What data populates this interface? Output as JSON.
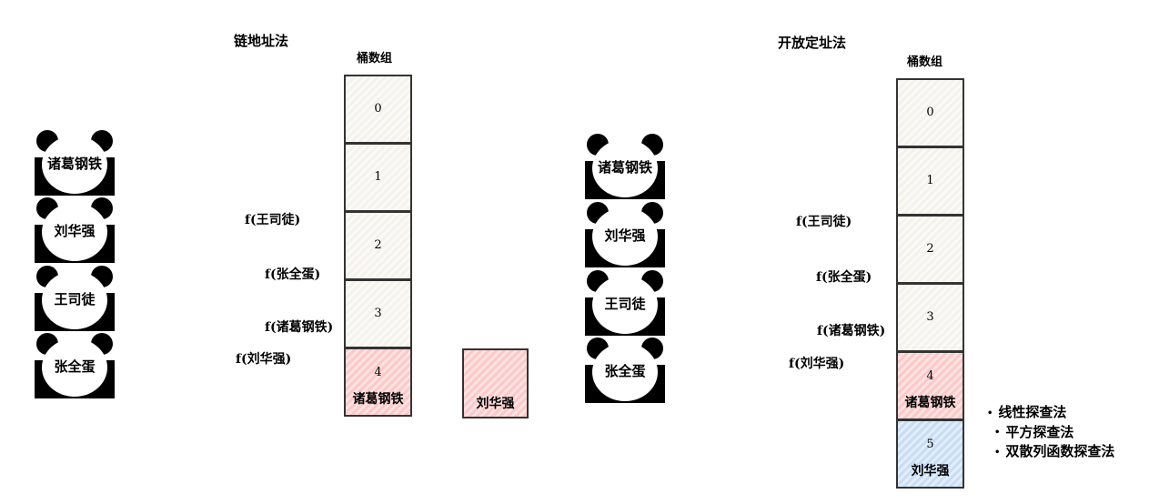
{
  "left": {
    "title": "链地址法",
    "bucket_header": "桶数组",
    "people": [
      "诸葛钢铁",
      "刘华强",
      "王司徒",
      "张全蛋"
    ],
    "buckets": [
      "0",
      "1",
      "2",
      "3",
      "4"
    ],
    "bucket4_value": "诸葛钢铁",
    "chain_node": "刘华强",
    "labels": [
      "f(王司徒)",
      "f(张全蛋)",
      "f(诸葛钢铁)",
      "f(刘华强)"
    ]
  },
  "right": {
    "title": "开放定址法",
    "bucket_header": "桶数组",
    "people": [
      "诸葛钢铁",
      "刘华强",
      "王司徒",
      "张全蛋"
    ],
    "buckets": [
      "0",
      "1",
      "2",
      "3",
      "4",
      "5"
    ],
    "bucket4_value": "诸葛钢铁",
    "bucket5_value": "刘华强",
    "labels": [
      "f(王司徒)",
      "f(张全蛋)",
      "f(诸葛钢铁)",
      "f(刘华强)"
    ],
    "methods": [
      "线性探查法",
      "平方探查法",
      "双散列函数探查法"
    ]
  },
  "colors": {
    "orange": "#f8a95a",
    "red": "#f26b6b",
    "cyan": "#3fe8f8",
    "green": "#3be03b",
    "blue": "#4a9ff0",
    "bucket_red": "#fcc9c9",
    "bucket_blue": "#c9ddf6"
  }
}
